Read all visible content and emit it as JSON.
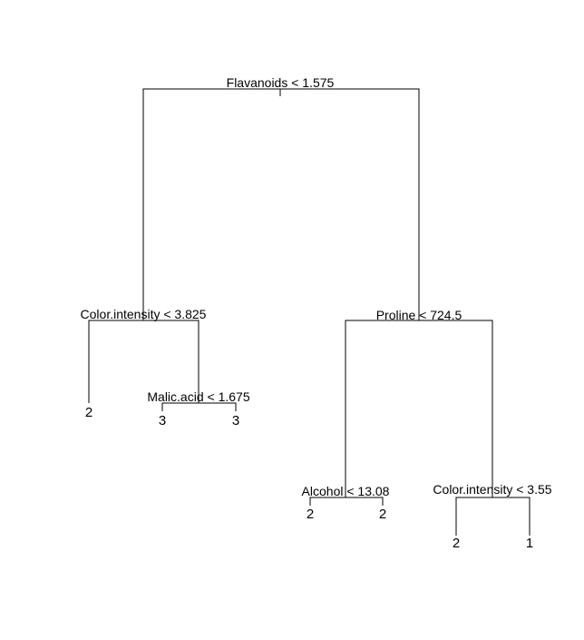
{
  "tree": {
    "splits": {
      "root": "Flavanoids < 1.575",
      "left": "Color.intensity < 3.825",
      "left_right": "Malic.acid < 1.675",
      "right": "Proline < 724.5",
      "right_left": "Alcohol < 13.08",
      "right_right": "Color.intensity < 3.55"
    },
    "leaves": {
      "left_left": "2",
      "left_right_left": "3",
      "left_right_right": "3",
      "right_left_left": "2",
      "right_left_right": "2",
      "right_right_left": "2",
      "right_right_right": "1"
    }
  }
}
